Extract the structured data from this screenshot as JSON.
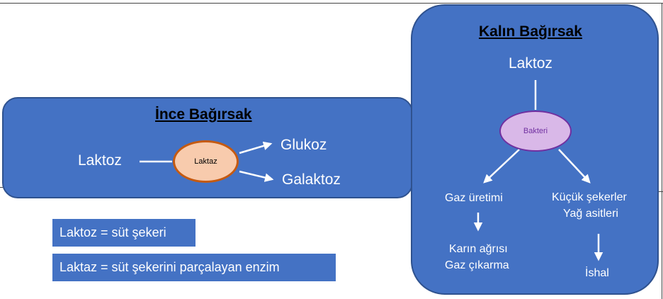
{
  "small_intestine": {
    "title": "İnce Bağırsak",
    "input": "Laktoz",
    "enzyme": "Laktaz",
    "output_1": "Glukoz",
    "output_2": "Galaktoz"
  },
  "large_intestine": {
    "title": "Kalın Bağırsak",
    "input": "Laktoz",
    "agent": "Bakteri",
    "branch_left": "Gaz üretimi",
    "branch_right_line1": "Küçük şekerler",
    "branch_right_line2": "Yağ asitleri",
    "result_left_line1": "Karın ağrısı",
    "result_left_line2": "Gaz çıkarma",
    "result_right": "İshal"
  },
  "definitions": {
    "lactose": "Laktoz = süt şekeri",
    "lactase": "Laktaz = süt şekerini parçalayan enzim"
  },
  "colors": {
    "panel_fill": "#4472c4",
    "enzyme_fill": "#f8cbad",
    "enzyme_border": "#c55a11",
    "bacteria_fill": "#d9b8e8",
    "bacteria_border": "#7030a0"
  }
}
